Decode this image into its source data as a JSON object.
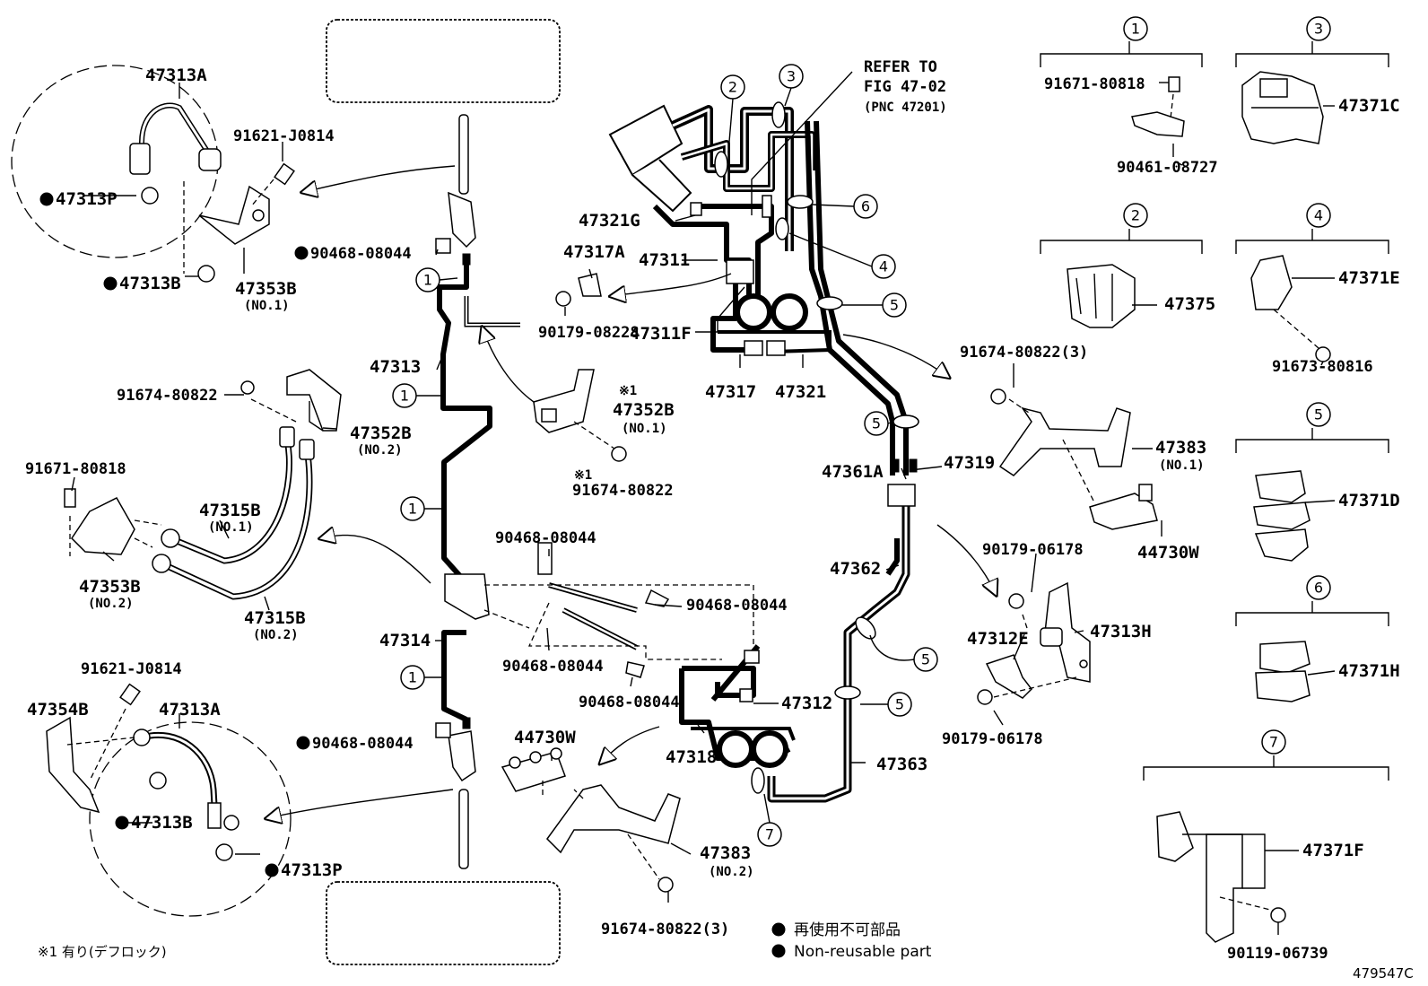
{
  "refer_note": {
    "line1": "REFER TO",
    "line2": "FIG 47-02",
    "line3": "(PNC 47201)"
  },
  "labels": {
    "p47313A_top": "47313A",
    "p91621_top": "91621-J0814",
    "p47313P_top": "47313P",
    "p47313B_top": "47313B",
    "p47353B_top": "47353B",
    "p47353B_top_sub": "(NO.1)",
    "p90468_a": "90468-08044",
    "p47313": "47313",
    "p91674_l": "91674-80822",
    "p47352B_l": "47352B",
    "p47352B_l_sub": "(NO.2)",
    "p91671_l": "91671-80818",
    "p47315B_1": "47315B",
    "p47315B_1_sub": "(NO.1)",
    "p47353B_2": "47353B",
    "p47353B_2_sub": "(NO.2)",
    "p47315B_2": "47315B",
    "p47315B_2_sub": "(NO.2)",
    "p47314": "47314",
    "p91621_bot": "91621-J0814",
    "p47354B": "47354B",
    "p47313A_bot": "47313A",
    "p90468_b": "90468-08044",
    "p47313B_bot": "47313B",
    "p47313P_bot": "47313P",
    "p47321G": "47321G",
    "p47311": "47311",
    "p47317A": "47317A",
    "p90179_08228": "90179-08228",
    "p47311F": "47311F",
    "p47317": "47317",
    "p47321": "47321",
    "p47352B_m": "47352B",
    "p47352B_m_sub": "(NO.1)",
    "mark1": "※1",
    "mark1b": "※1",
    "p91674_m": "91674-80822",
    "p90468_c": "90468-08044",
    "p90468_d": "90468-08044",
    "p90468_e": "90468-08044",
    "p90468_f": "90468-08044",
    "p44730W_m": "44730W",
    "p47318": "47318",
    "p47312": "47312",
    "p47383_m": "47383",
    "p47383_m_sub": "(NO.2)",
    "p91674_m3": "91674-80822(3)",
    "p47361A": "47361A",
    "p47319": "47319",
    "p47362": "47362",
    "p47363": "47363",
    "p91674_r3": "91674-80822(3)",
    "p47383_r": "47383",
    "p47383_r_sub": "(NO.1)",
    "p44730W_r": "44730W",
    "p90179_06178a": "90179-06178",
    "p47312E": "47312E",
    "p47313H": "47313H",
    "p90179_06178b": "90179-06178"
  },
  "kit_labels": {
    "k1_a": "91671-80818",
    "k1_b": "90461-08727",
    "k3": "47371C",
    "k2": "47375",
    "k4_a": "47371E",
    "k4_b": "91673-80816",
    "k5": "47371D",
    "k6": "47371H",
    "k7_a": "47371F",
    "k7_b": "90119-06739"
  },
  "numbers": {
    "n1": "1",
    "n2": "2",
    "n3": "3",
    "n4": "4",
    "n5": "5",
    "n6": "6",
    "n7": "7"
  },
  "legend": {
    "jp": "再使用不可部品",
    "en": "Non-reusable part",
    "note": "※1 有り(デフロック)"
  },
  "figure_id": "479547C"
}
